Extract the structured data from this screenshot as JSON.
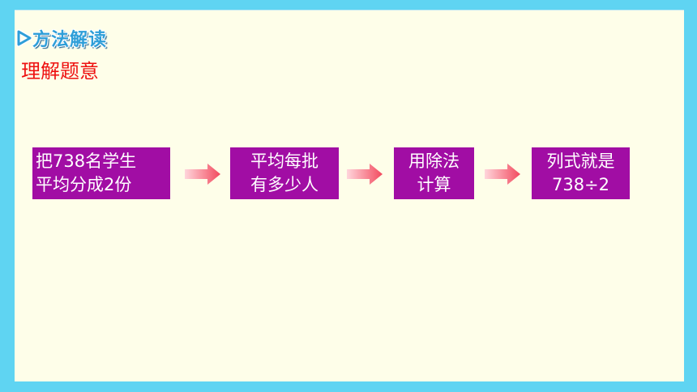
{
  "header": {
    "title": "方法解读",
    "icon": "triangle-play-icon",
    "color": "#2e9ed8"
  },
  "subtitle": {
    "text": "理解题意",
    "color": "#ee1111"
  },
  "flow": {
    "box_color": "#a10da4",
    "arrow_icon": "right-arrow-icon",
    "arrow_color": "#f24a5e",
    "steps": [
      {
        "line1": "把738名学生",
        "line2": "平均分成2份"
      },
      {
        "line1": "平均每批",
        "line2": "有多少人"
      },
      {
        "line1": "用除法",
        "line2": "计算"
      },
      {
        "line1": "列式就是",
        "line2": "738÷2"
      }
    ]
  }
}
